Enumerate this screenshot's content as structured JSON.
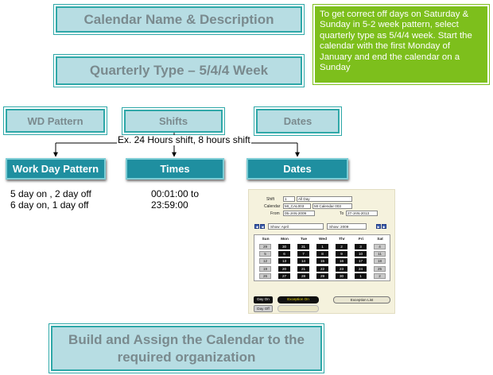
{
  "boxes": {
    "calendar_name": "Calendar Name & Description",
    "quarterly_type": "Quarterly Type – 5/4/4 Week",
    "wd_pattern": "WD Pattern",
    "shifts": "Shifts",
    "dates": "Dates",
    "work_day_pattern": "Work Day Pattern",
    "times": "Times",
    "dates_dark": "Dates",
    "build_assign": "Build and Assign the Calendar to the required organization"
  },
  "note": "To get correct off days on Saturday & Sunday in 5-2 week pattern, select quarterly type as 5/4/4 week. Start the calendar with the first Monday of January and end the calendar on a Sunday",
  "shift_example": "Ex. 24 Hours shift, 8 hours shift",
  "work_day_lines": [
    "5 day on , 2 day off",
    "6 day on, 1 day off"
  ],
  "time_lines": [
    "00:01:00 to",
    "23:59:00"
  ],
  "calendar": {
    "shift_label": "Shift",
    "shift_value": "1",
    "shift_desc": "All Day",
    "calendar_label": "Calendar",
    "calendar_code": "MI_CAL003",
    "calendar_name": "MI Calendar 003",
    "from_label": "From",
    "from_value": "05-JAN-2009",
    "to_label": "To",
    "to_value": "27-JAN-2013",
    "show_month": "Show: April",
    "show_year": "Show: 2009",
    "day_headers": [
      "Sun",
      "Mon",
      "Tue",
      "Wed",
      "Thr",
      "Fri",
      "Sat"
    ],
    "weeks": [
      [
        "29",
        "30",
        "31",
        "1",
        "2",
        "3",
        "4"
      ],
      [
        "5",
        "6",
        "7",
        "8",
        "9",
        "10",
        "11"
      ],
      [
        "12",
        "13",
        "14",
        "15",
        "16",
        "17",
        "18"
      ],
      [
        "19",
        "20",
        "21",
        "22",
        "23",
        "24",
        "25"
      ],
      [
        "26",
        "27",
        "28",
        "29",
        "30",
        "1",
        "2"
      ]
    ],
    "day_on": "Day On",
    "day_off": "Day Off",
    "exception_on": "Exception On",
    "exception_list": "Exception List"
  },
  "colors": {
    "light_box_fill": "#b7dde3",
    "box_border": "#2fa8a8",
    "dark_box_fill": "#1f8fa0",
    "note_fill": "#7dbf1c"
  }
}
